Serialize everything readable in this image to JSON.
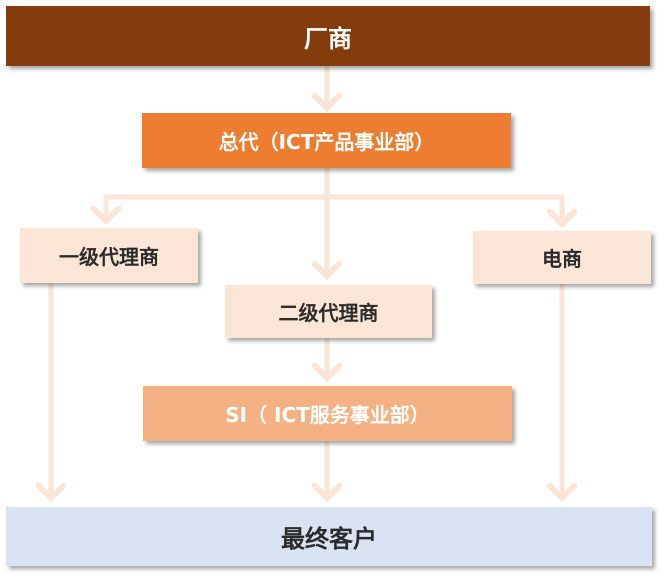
{
  "nodes": {
    "manufacturer": "厂商",
    "general_agent": "总代（ICT产品事业部）",
    "tier1_agent": "一级代理商",
    "tier2_agent": "二级代理商",
    "ecommerce": "电商",
    "si": "SI（ ICT服务事业部）",
    "end_customer": "最终客户"
  },
  "colors": {
    "manufacturer": "#843c0c",
    "general_agent": "#ed7d31",
    "light_nodes": "#fbe5d6",
    "si": "#f4b183",
    "end_customer": "#dae3f3",
    "connector": "#fbe5d6"
  }
}
